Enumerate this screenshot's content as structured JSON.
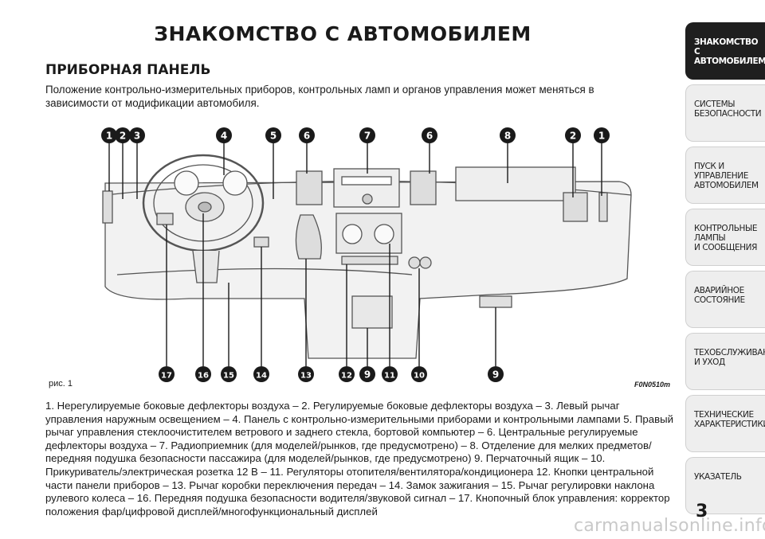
{
  "page_title": "ЗНАКОМСТВО С АВТОМОБИЛЕМ",
  "section_title": "ПРИБОРНАЯ ПАНЕЛЬ",
  "intro": "Положение контрольно-измерительных приборов, контрольных ламп и органов управления может меняться в зависимости от модификации автомобиля.",
  "figure": {
    "label": "рис. 1",
    "code": "F0N0510m",
    "top_callouts": [
      "1",
      "2",
      "3",
      "4",
      "5",
      "6",
      "7",
      "6",
      "8",
      "2",
      "1"
    ],
    "bottom_callouts": [
      "17",
      "16",
      "15",
      "14",
      "13",
      "12",
      "9",
      "11",
      "10",
      "9"
    ]
  },
  "caption": "1. Нерегулируемые боковые дефлекторы воздуха – 2. Регулируемые боковые дефлекторы воздуха – 3. Левый рычаг управления наружным освещением – 4. Панель с контрольно-измерительными приборами и контрольными лампами 5. Правый рычаг управления стеклоочистителем ветрового и заднего стекла, бортовой компьютер – 6. Центральные регулируемые дефлекторы воздуха – 7. Радиоприемник (для моделей/рынков, где предусмотрено) – 8. Отделение для мелких предметов/передняя подушка безопасности пассажира (для моделей/рынков, где предусмотрено) 9. Перчаточный ящик – 10. Прикуриватель/электрическая розетка 12 В – 11. Регуляторы отопителя/вентилятора/кондиционера 12. Кнопки центральной части панели приборов – 13. Рычаг коробки переключения передач – 14. Замок зажигания – 15. Рычаг регулировки наклона рулевого колеса – 16. Передняя подушка безопасности водителя/звуковой сигнал – 17. Кнопочный блок управления: корректор положения фар/цифровой дисплей/многофункциональный дисплей",
  "sidebar": {
    "tabs": [
      "ЗНАКОМСТВО С\nАВТОМОБИЛЕМ",
      "СИСТЕМЫ\nБЕЗОПАСНОСТИ",
      "ПУСК И УПРАВЛЕНИЕ\nАВТОМОБИЛЕМ",
      "КОНТРОЛЬНЫЕ\nЛАМПЫ\nИ СООБЩЕНИЯ",
      "АВАРИЙНОЕ\nСОСТОЯНИЕ",
      "ТЕХОБСЛУЖИВАНИЕ\nИ УХОД",
      "ТЕХНИЧЕСКИЕ\nХАРАКТЕРИСТИКИ",
      "УКАЗАТЕЛЬ"
    ],
    "active_index": 0
  },
  "page_number": "3",
  "watermark": "carmanualsonline.info"
}
